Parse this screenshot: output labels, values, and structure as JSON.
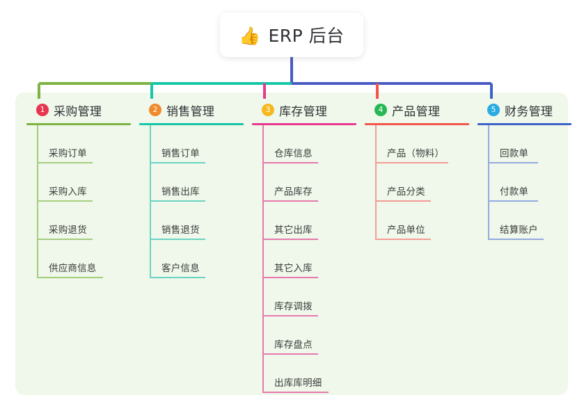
{
  "root": {
    "emoji": "👍",
    "emoji_name": "thumbs-up-icon",
    "title": "ERP 后台"
  },
  "palette": {
    "panel_bg": "#eff8ea",
    "page_bg": "#ffffff",
    "root_stem": "#4a5ac2",
    "text": "#3a3a3a"
  },
  "branches": [
    {
      "number": "1",
      "title": "采购管理",
      "badge_color": "#e8354e",
      "line_color": "#7cb342",
      "leaf_line_color": "#a5cd7e",
      "items": [
        {
          "label": "采购订单",
          "rule_width": 78
        },
        {
          "label": "采购入库",
          "rule_width": 78
        },
        {
          "label": "采购退货",
          "rule_width": 78
        },
        {
          "label": "供应商信息",
          "rule_width": 93
        }
      ]
    },
    {
      "number": "2",
      "title": "销售管理",
      "badge_color": "#f0892a",
      "line_color": "#19c5a8",
      "leaf_line_color": "#6bd3c2",
      "items": [
        {
          "label": "销售订单",
          "rule_width": 78
        },
        {
          "label": "销售出库",
          "rule_width": 78
        },
        {
          "label": "销售退货",
          "rule_width": 78
        },
        {
          "label": "客户信息",
          "rule_width": 78
        }
      ]
    },
    {
      "number": "3",
      "title": "库存管理",
      "badge_color": "#f5b820",
      "line_color": "#e8388f",
      "leaf_line_color": "#e878ad",
      "items": [
        {
          "label": "仓库信息",
          "rule_width": 78
        },
        {
          "label": "产品库存",
          "rule_width": 78
        },
        {
          "label": "其它出库",
          "rule_width": 78
        },
        {
          "label": "其它入库",
          "rule_width": 78
        },
        {
          "label": "库存调拨",
          "rule_width": 78
        },
        {
          "label": "库存盘点",
          "rule_width": 78
        },
        {
          "label": "出库库明细",
          "rule_width": 93
        }
      ]
    },
    {
      "number": "4",
      "title": "产品管理",
      "badge_color": "#27b855",
      "line_color": "#f4564c",
      "leaf_line_color": "#f59b95",
      "items": [
        {
          "label": "产品（物料）",
          "rule_width": 103
        },
        {
          "label": "产品分类",
          "rule_width": 78
        },
        {
          "label": "产品单位",
          "rule_width": 78
        }
      ]
    },
    {
      "number": "5",
      "title": "财务管理",
      "badge_color": "#29abe2",
      "line_color": "#3e63c8",
      "leaf_line_color": "#93aadf",
      "items": [
        {
          "label": "回款单",
          "rule_width": 70
        },
        {
          "label": "付款单",
          "rule_width": 70
        },
        {
          "label": "结算账户",
          "rule_width": 78
        }
      ]
    }
  ]
}
